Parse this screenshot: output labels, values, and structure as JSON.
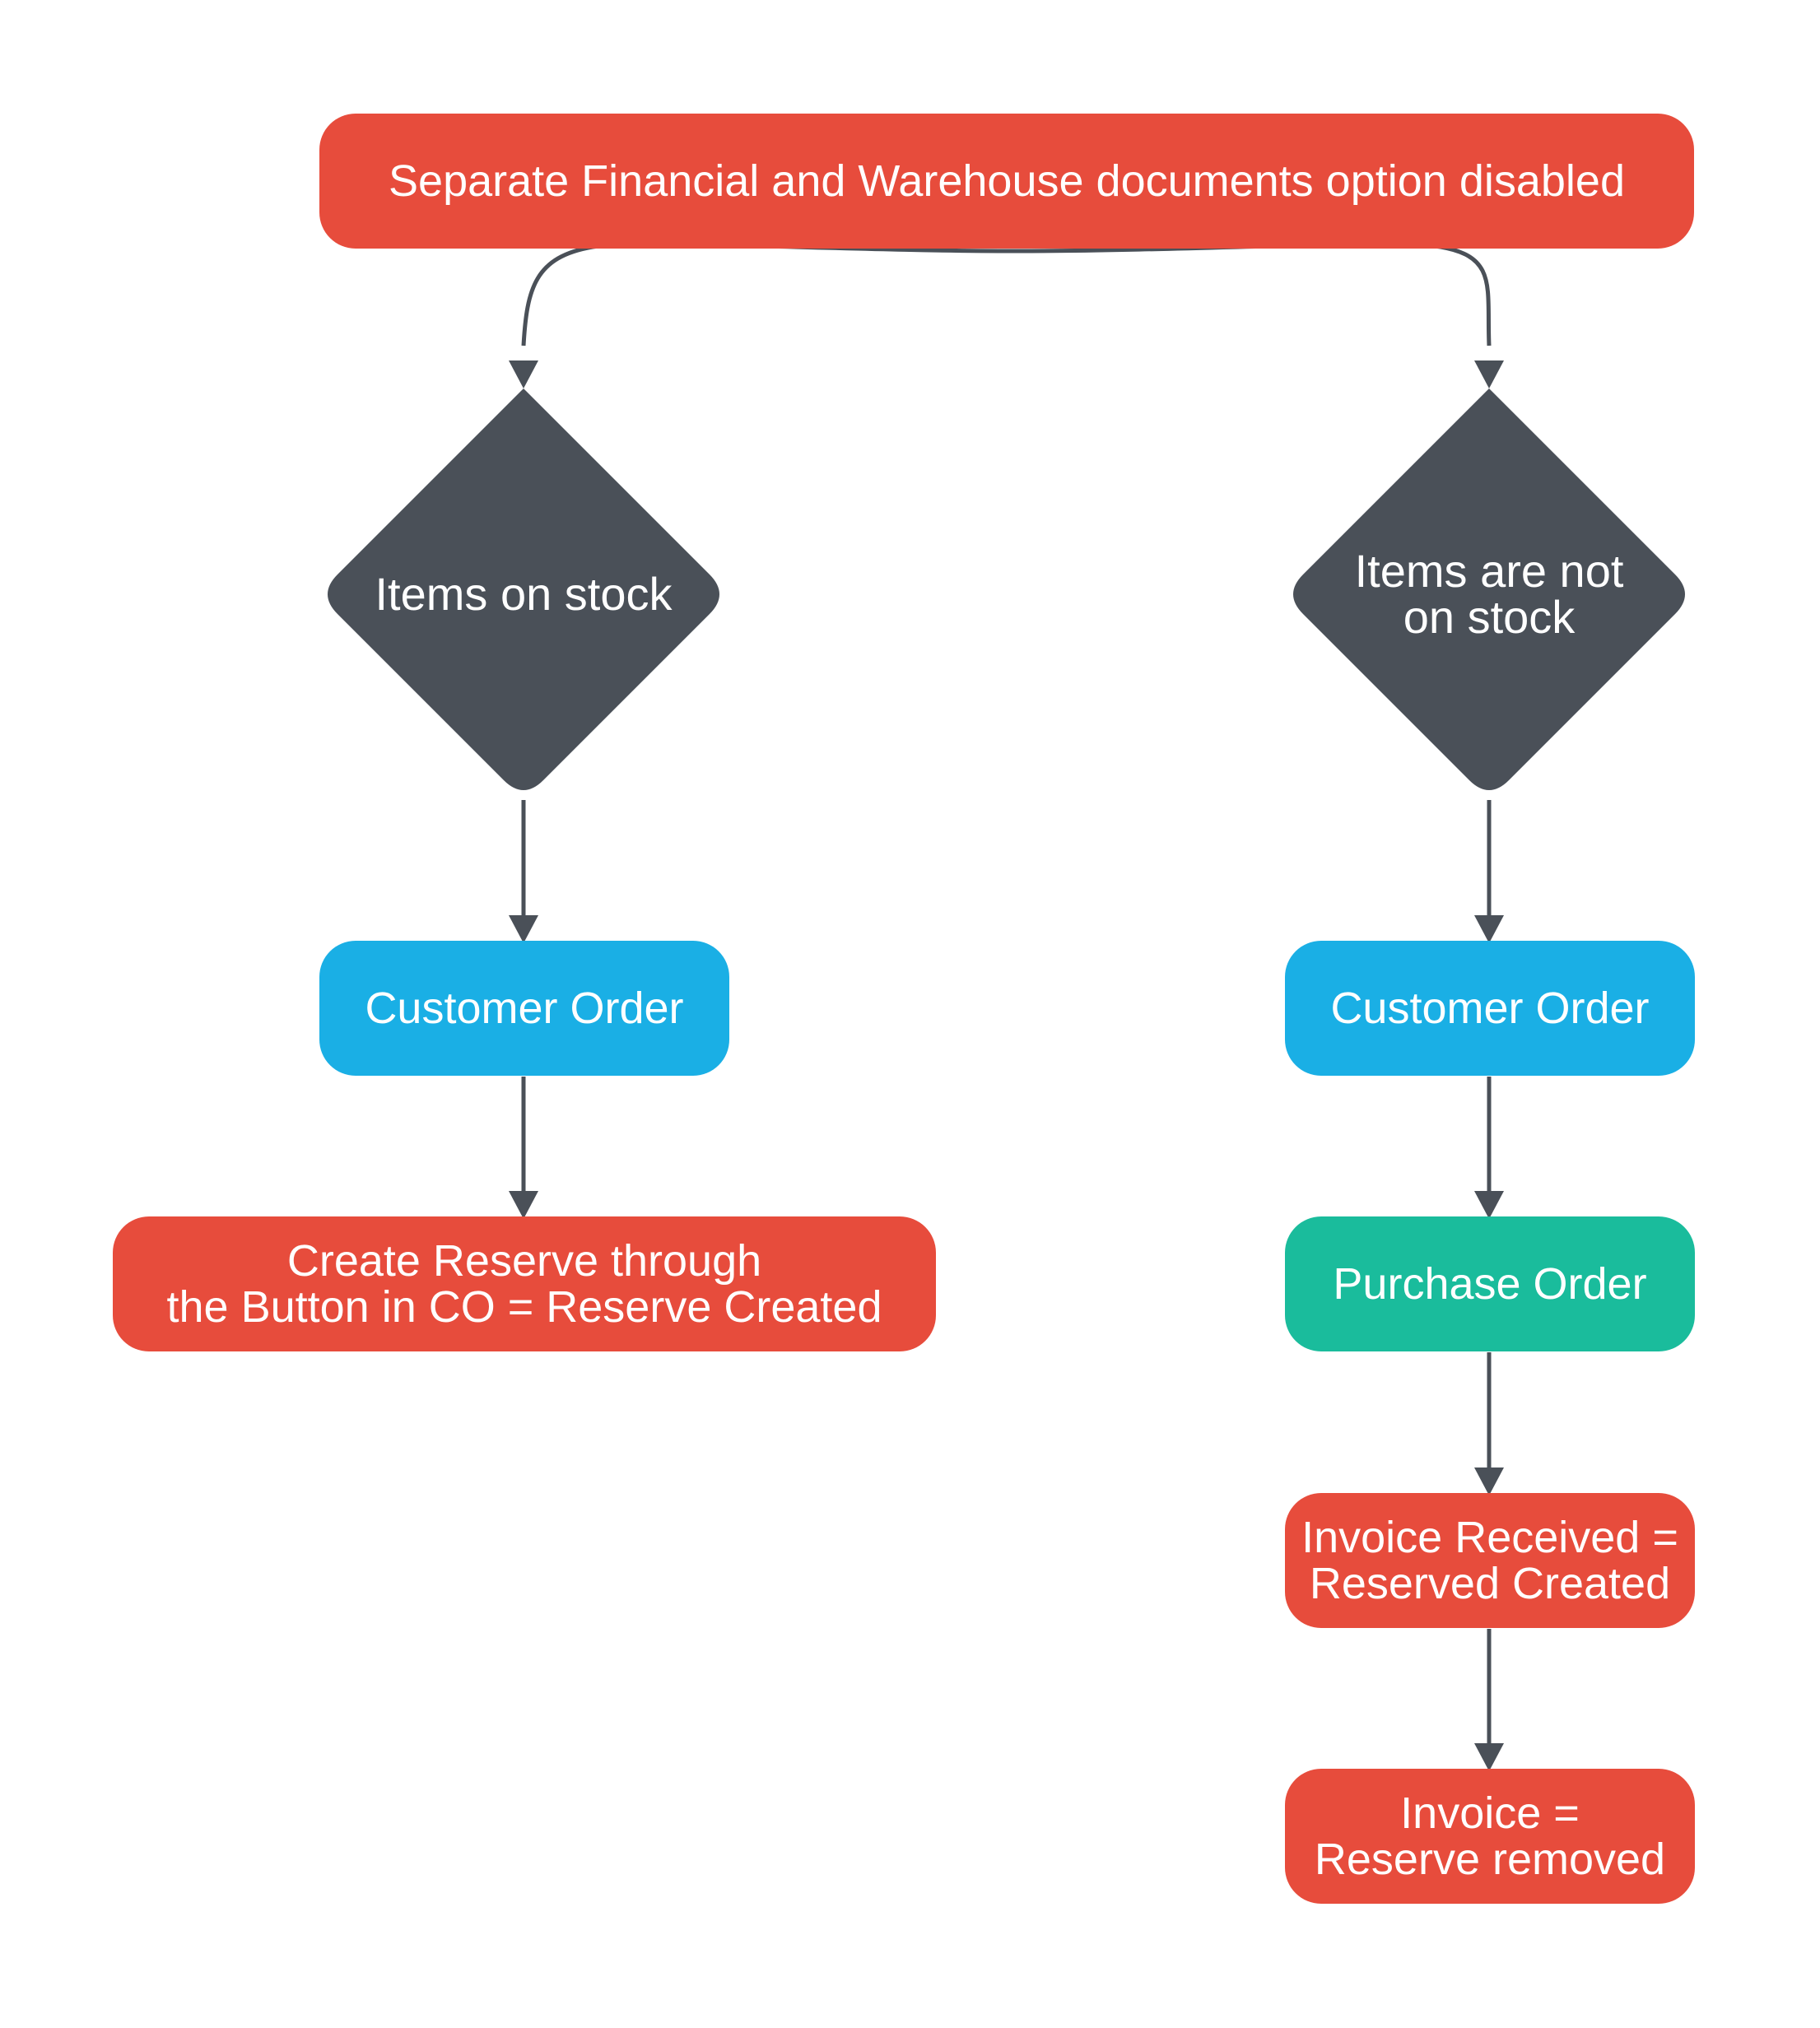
{
  "colors": {
    "red": "#e74c3c",
    "blue": "#1aafe5",
    "green": "#1abc9c",
    "dark": "#4a5058",
    "text": "#ffffff"
  },
  "top": {
    "label": "Separate Financial and Warehouse documents option disabled"
  },
  "left_branch": {
    "decision": "Items on stock",
    "customer_order": "Customer Order",
    "reserve": "Create Reserve through\nthe Button in CO = Reserve Created"
  },
  "right_branch": {
    "decision": "Items are not\non stock",
    "customer_order": "Customer Order",
    "purchase_order": "Purchase Order",
    "invoice_received": "Invoice Received =\nReserved Created",
    "invoice": "Invoice =\nReserve removed"
  }
}
